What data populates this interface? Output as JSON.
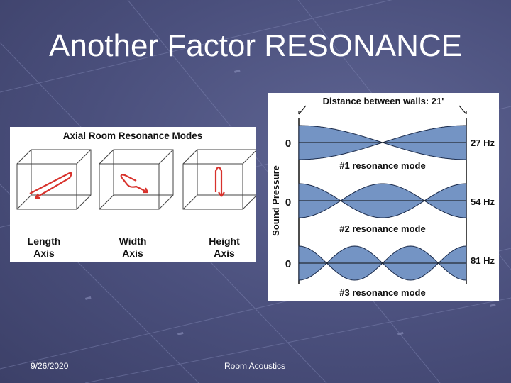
{
  "slide": {
    "title": "Another Factor RESONANCE",
    "footer_date": "9/26/2020",
    "footer_center": "Room Acoustics"
  },
  "axial_figure": {
    "heading": "Axial Room Resonance Modes",
    "modes": [
      {
        "line1": "Length",
        "line2": "Axis"
      },
      {
        "line1": "Width",
        "line2": "Axis"
      },
      {
        "line1": "Height",
        "line2": "Axis"
      }
    ],
    "arrow_color": "#d8322c"
  },
  "resonance_figure": {
    "heading": "Distance between walls: 21'",
    "ylabel": "Sound Pressure",
    "wave_color": "#7494c4",
    "modes": [
      {
        "zero_label": "0",
        "freq": "27 Hz",
        "caption": "#1 resonance mode",
        "half_waves": 1
      },
      {
        "zero_label": "0",
        "freq": "54 Hz",
        "caption": "#2 resonance mode",
        "half_waves": 2
      },
      {
        "zero_label": "0",
        "freq": "81 Hz",
        "caption": "#3 resonance mode",
        "half_waves": 3
      }
    ]
  }
}
